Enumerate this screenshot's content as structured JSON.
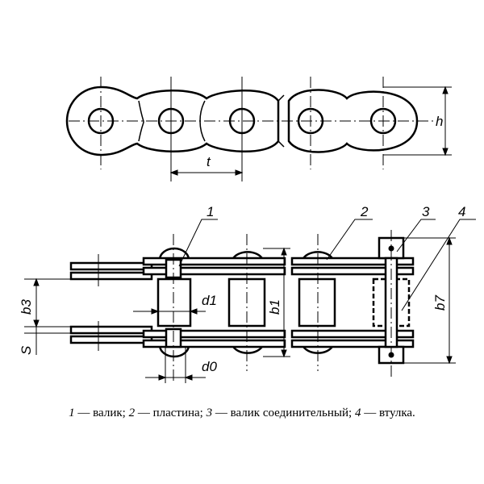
{
  "labels": {
    "pitch": "t",
    "height": "h",
    "part1": "1",
    "part2": "2",
    "part3": "3",
    "part4": "4",
    "b3": "b3",
    "b1": "b1",
    "b7": "b7",
    "d1": "d1",
    "d0": "d0",
    "s": "S"
  },
  "caption": [
    {
      "num": "1",
      "text": " — валик; "
    },
    {
      "num": "2",
      "text": " — пластина; "
    },
    {
      "num": "3",
      "text": " — валик соединительный; "
    },
    {
      "num": "4",
      "text": " — втулка."
    }
  ]
}
